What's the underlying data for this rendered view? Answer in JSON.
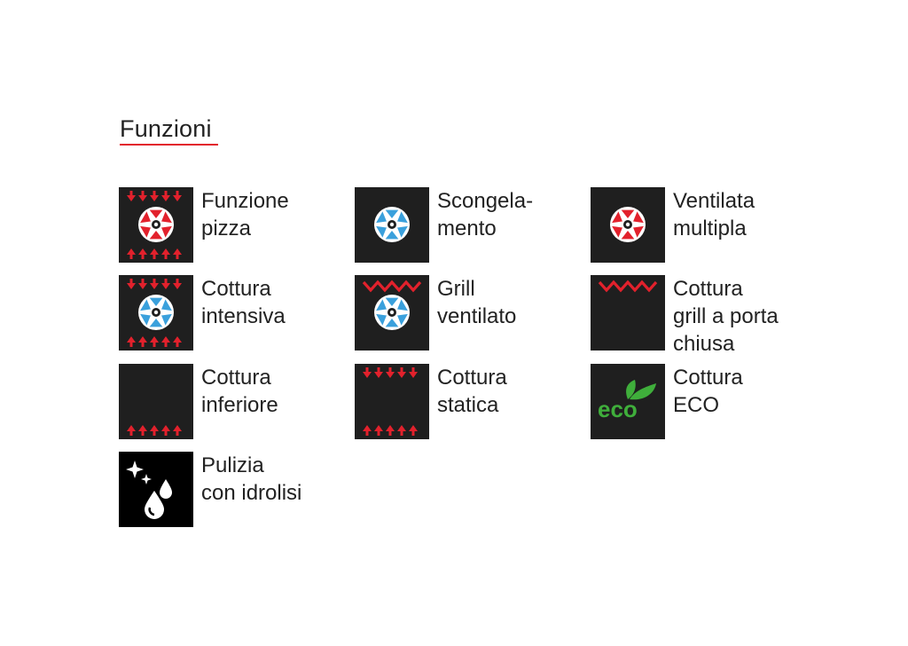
{
  "heading": {
    "title": "Funzioni",
    "accent_color": "#e2212c"
  },
  "colors": {
    "icon_background": "#1f1f1f",
    "heat_red": "#e2212c",
    "fan_blue": "#3aa0dc",
    "eco_green": "#3fae3b"
  },
  "functions": [
    {
      "label": "Funzione\npizza",
      "icon": "pizza-function-icon"
    },
    {
      "label": "Scongela-\nmento",
      "icon": "defrost-icon"
    },
    {
      "label": "Ventilata\nmultipla",
      "icon": "multi-fan-icon"
    },
    {
      "label": "Cottura\nintensiva",
      "icon": "intensive-cooking-icon"
    },
    {
      "label": "Grill\nventilato",
      "icon": "fan-grill-icon"
    },
    {
      "label": "Cottura\ngrill a porta\nchiusa",
      "icon": "closed-door-grill-icon"
    },
    {
      "label": "Cottura\ninferiore",
      "icon": "bottom-heat-icon"
    },
    {
      "label": "Cottura\nstatica",
      "icon": "static-cooking-icon"
    },
    {
      "label": "Cottura\nECO",
      "icon": "eco-cooking-icon",
      "icon_text": "eco"
    },
    {
      "label": "Pulizia\ncon idrolisi",
      "icon": "hydrolysis-cleaning-icon"
    }
  ]
}
